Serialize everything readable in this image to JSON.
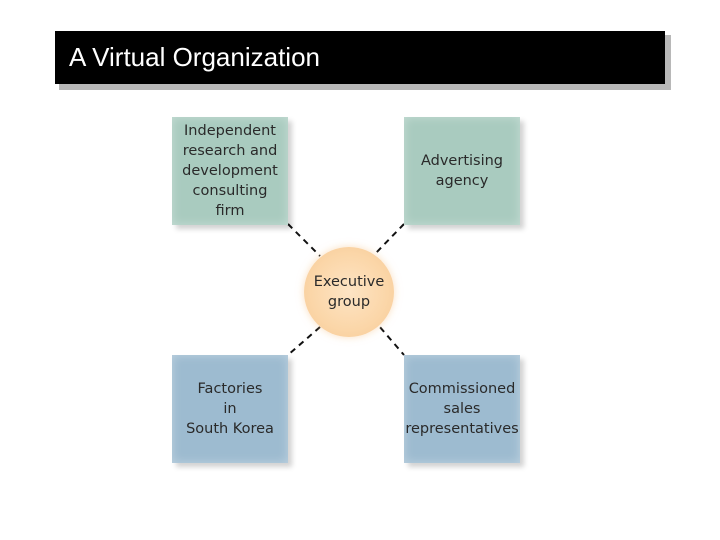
{
  "title": "A Virtual Organization",
  "diagram": {
    "center": {
      "label": "Executive\ngroup"
    },
    "nodes": [
      {
        "id": "rnd",
        "label": "Independent\nresearch and\ndevelopment\nconsulting\nfirm",
        "color": "#a9cbbf"
      },
      {
        "id": "advertising",
        "label": "Advertising\nagency",
        "color": "#a9cbbf"
      },
      {
        "id": "factories",
        "label": "Factories\nin\nSouth Korea",
        "color": "#9dbbd0"
      },
      {
        "id": "sales",
        "label": "Commissioned\nsales\nrepresentatives",
        "color": "#9dbbd0"
      }
    ],
    "center_color": "#fbd6a8",
    "connector_style": "dashed"
  }
}
